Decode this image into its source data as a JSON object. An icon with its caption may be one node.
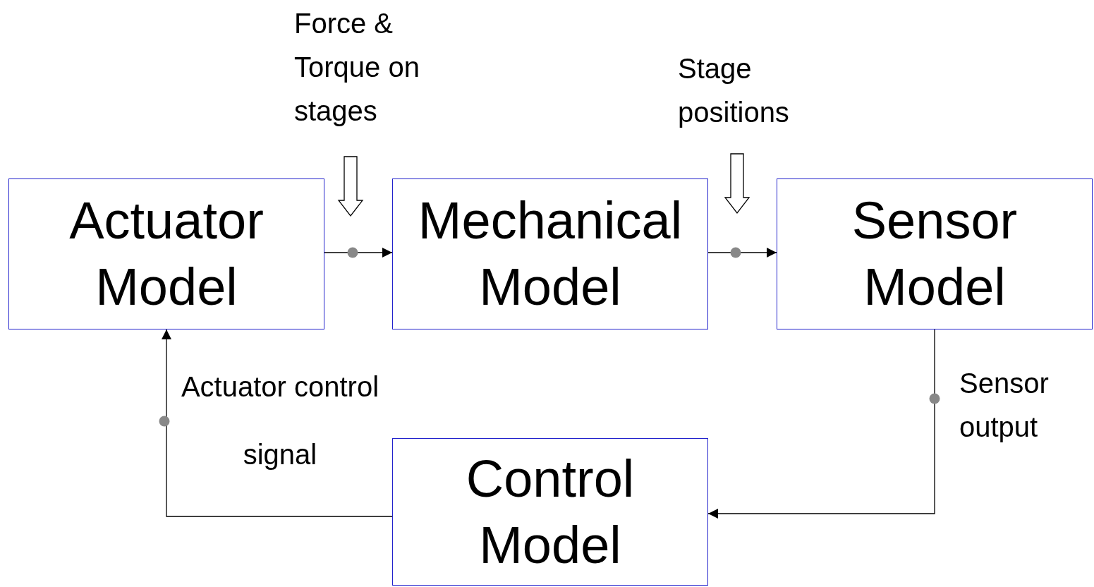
{
  "diagram": {
    "nodes": [
      {
        "text": [
          "Actuator Model"
        ]
      },
      {
        "text": [
          "Mechanical Model"
        ]
      },
      {
        "text": [
          "Sensor Model"
        ]
      },
      {
        "text": [
          "Control Model"
        ]
      }
    ],
    "edges": [
      {
        "from": 0,
        "to": 1,
        "arrow": "to",
        "label": "Force & Torque on stages"
      },
      {
        "from": 1,
        "to": 2,
        "arrow": "to",
        "label": "Stage positions"
      },
      {
        "from": 2,
        "to": 3,
        "arrow": "to",
        "label": "Sensor output"
      },
      {
        "from": 3,
        "to": 0,
        "arrow": "to",
        "label": "Actuator control signal"
      }
    ]
  }
}
